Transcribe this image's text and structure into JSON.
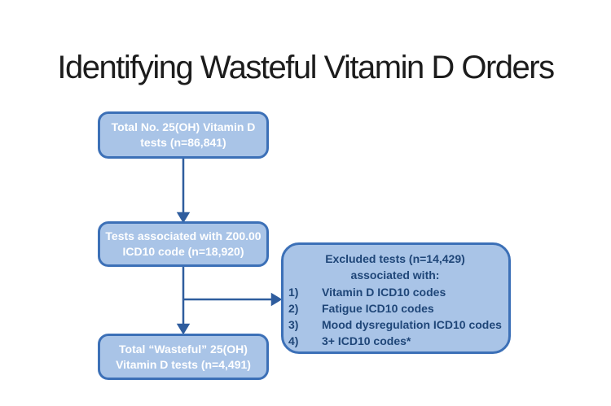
{
  "slide": {
    "title": "Identifying Wasteful Vitamin D Orders"
  },
  "flowchart": {
    "boxes": [
      {
        "id": "total-tests",
        "lines": [
          "Total No. 25(OH) Vitamin D",
          "tests (n=86,841)"
        ]
      },
      {
        "id": "z0000-tests",
        "lines": [
          "Tests associated with Z00.00",
          "ICD10 code (n=18,920)"
        ]
      },
      {
        "id": "wasteful-tests",
        "lines": [
          "Total “Wasteful” 25(OH)",
          "Vitamin D tests (n=4,491)"
        ]
      }
    ],
    "excluded": {
      "header_line1": "Excluded tests (n=14,429)",
      "header_line2": "associated with:",
      "items": [
        {
          "num": "1)",
          "text": "Vitamin D ICD10 codes"
        },
        {
          "num": "2)",
          "text": "Fatigue ICD10 codes"
        },
        {
          "num": "3)",
          "text": "Mood dysregulation ICD10 codes"
        },
        {
          "num": "4)",
          "text": "3+ ICD10 codes*"
        }
      ]
    },
    "colors": {
      "box_fill": "#a9c4e7",
      "box_border": "#3c70b7",
      "arrow": "#2f5d9e",
      "list_text": "#1f4678"
    }
  }
}
